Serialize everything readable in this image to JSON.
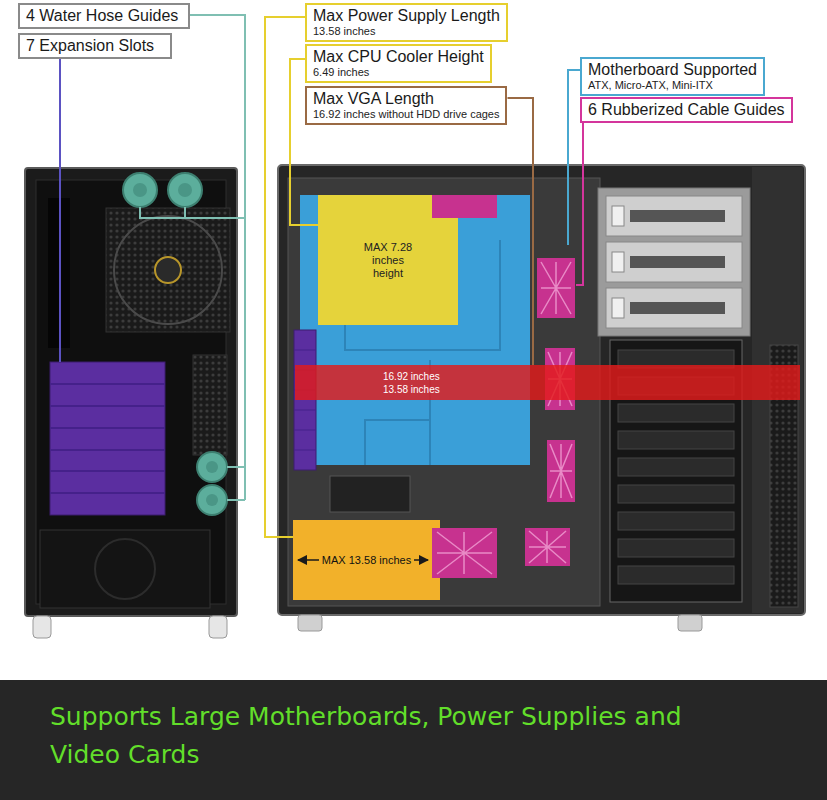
{
  "diagram": {
    "caption": "Supports Large Motherboards, Power Supplies and Video Cards",
    "nodes": [
      {
        "text": [
          "4 Water Hose Guides"
        ]
      },
      {
        "text": [
          "7 Expansion Slots"
        ]
      },
      {
        "text": [
          "Max Power Supply Length",
          "13.58 inches"
        ]
      },
      {
        "text": [
          "Max CPU Cooler Height",
          "6.49 inches"
        ]
      },
      {
        "text": [
          "Max VGA Length",
          "16.92 inches without HDD drive cages"
        ]
      },
      {
        "text": [
          "Motherboard Supported",
          "ATX, Micro-ATX, Mini-ITX"
        ]
      },
      {
        "text": [
          "6 Rubberized Cable Guides"
        ]
      },
      {
        "text": [
          "MAX 7.28 inches height"
        ]
      },
      {
        "text": [
          "16.92 inches",
          "13.58 inches"
        ]
      },
      {
        "text": [
          "MAX 13.58 inches"
        ]
      }
    ],
    "edges": [
      {
        "from": 2,
        "to": 9,
        "arrow": "none"
      },
      {
        "from": 3,
        "to": 7,
        "arrow": "none"
      },
      {
        "from": 4,
        "to": 8,
        "arrow": "none"
      }
    ]
  }
}
